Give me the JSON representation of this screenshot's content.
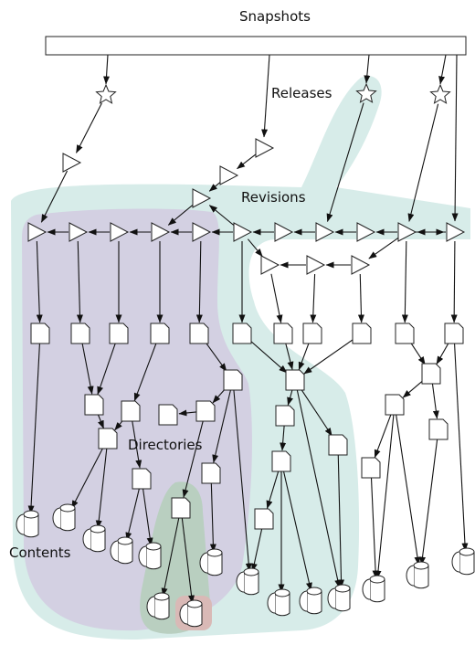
{
  "labels": {
    "snapshots": "Snapshots",
    "releases": "Releases",
    "revisions": "Revisions",
    "directories": "Directories",
    "contents": "Contents"
  },
  "colors": {
    "outer_region": "#d7ece9",
    "inner_region": "#d3d0e2",
    "sub_region": "#b9cfc0",
    "leaf_region": "#d9b9b6",
    "stroke": "#111111",
    "node_fill": "#ffffff"
  }
}
